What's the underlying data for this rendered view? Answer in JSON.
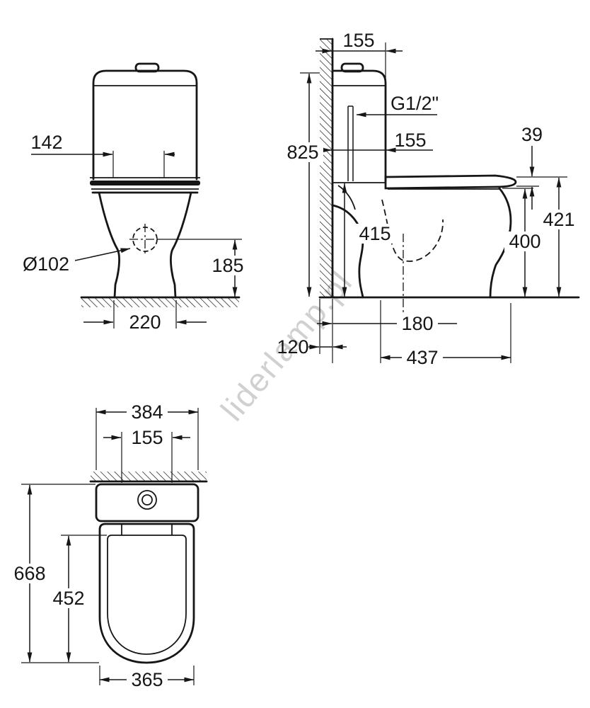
{
  "watermark": "liderlamp.pl",
  "front_view": {
    "hinge_spacing": "142",
    "outlet_diameter": "Ø102",
    "outlet_height": "185",
    "base_width": "220"
  },
  "side_view": {
    "cistern_top_depth": "155",
    "total_height": "825",
    "supply_connection": "G1/2\"",
    "cistern_depth": "155",
    "seat_thickness": "39",
    "seat_height": "421",
    "rim_height": "400",
    "bowl_back_height": "415",
    "outlet_wall_distance": "180",
    "wall_offset": "120",
    "bowl_depth": "437"
  },
  "top_view": {
    "cistern_width": "384",
    "hinge_spacing": "155",
    "total_depth": "668",
    "bowl_length": "452",
    "bowl_width": "365"
  }
}
